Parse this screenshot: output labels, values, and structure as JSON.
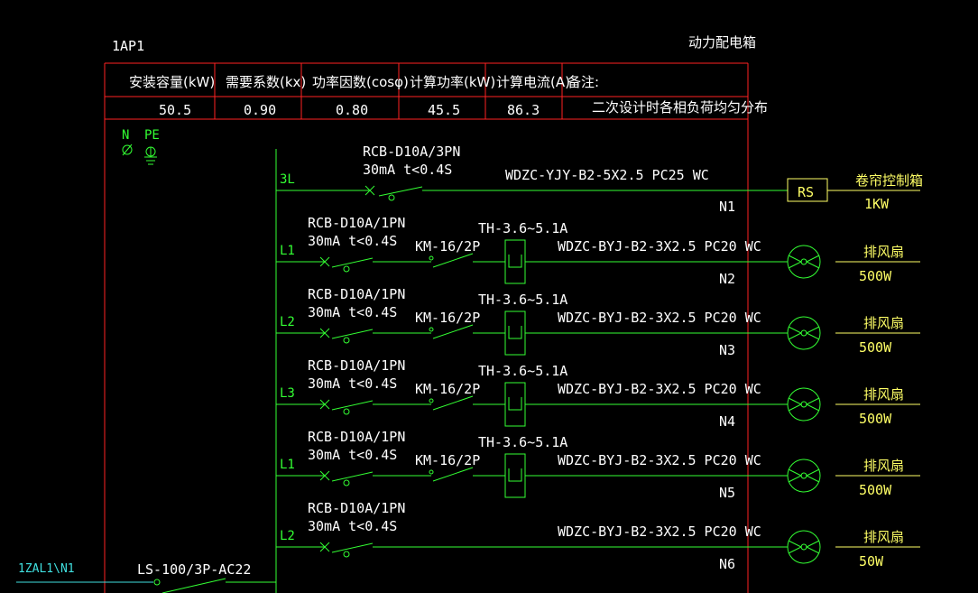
{
  "panel": {
    "id": "1AP1",
    "name": "动力配电箱"
  },
  "summary_table": {
    "headers": [
      "安装容量(kW)",
      "需要系数(kx)",
      "功率因数(cosφ)",
      "计算功率(kW)",
      "计算电流(A)",
      "备注:"
    ],
    "values": [
      "50.5",
      "0.90",
      "0.80",
      "45.5",
      "86.3",
      "二次设计时各相负荷均匀分布"
    ]
  },
  "bus": {
    "neutral": "N",
    "earth": "PE"
  },
  "incoming": {
    "feeder": "1ZAL1\\N1",
    "breaker": "LS-100/3P-AC22"
  },
  "circuits": [
    {
      "phase": "3L",
      "breaker": "RCB-D10A/3PN",
      "rcd": "30mA t<0.4S",
      "contactor": "",
      "relay": "",
      "cable": "WDZC-YJY-B2-5X2.5   PC25  WC",
      "circuit_id": "N1",
      "load_symbol": "RS",
      "load_name": "卷帘控制箱",
      "load_power": "1KW"
    },
    {
      "phase": "L1",
      "breaker": "RCB-D10A/1PN",
      "rcd": "30mA t<0.4S",
      "contactor": "KM-16/2P",
      "relay": "TH-3.6~5.1A",
      "cable": "WDZC-BYJ-B2-3X2.5   PC20  WC",
      "circuit_id": "N2",
      "load_symbol": "fan",
      "load_name": "排风扇",
      "load_power": "500W"
    },
    {
      "phase": "L2",
      "breaker": "RCB-D10A/1PN",
      "rcd": "30mA t<0.4S",
      "contactor": "KM-16/2P",
      "relay": "TH-3.6~5.1A",
      "cable": "WDZC-BYJ-B2-3X2.5   PC20  WC",
      "circuit_id": "N3",
      "load_symbol": "fan",
      "load_name": "排风扇",
      "load_power": "500W"
    },
    {
      "phase": "L3",
      "breaker": "RCB-D10A/1PN",
      "rcd": "30mA t<0.4S",
      "contactor": "KM-16/2P",
      "relay": "TH-3.6~5.1A",
      "cable": "WDZC-BYJ-B2-3X2.5   PC20  WC",
      "circuit_id": "N4",
      "load_symbol": "fan",
      "load_name": "排风扇",
      "load_power": "500W"
    },
    {
      "phase": "L1",
      "breaker": "RCB-D10A/1PN",
      "rcd": "30mA t<0.4S",
      "contactor": "KM-16/2P",
      "relay": "TH-3.6~5.1A",
      "cable": "WDZC-BYJ-B2-3X2.5   PC20  WC",
      "circuit_id": "N5",
      "load_symbol": "fan",
      "load_name": "排风扇",
      "load_power": "500W"
    },
    {
      "phase": "L2",
      "breaker": "RCB-D10A/1PN",
      "rcd": "30mA t<0.4S",
      "contactor": "",
      "relay": "",
      "cable": "WDZC-BYJ-B2-3X2.5   PC20  WC",
      "circuit_id": "N6",
      "load_symbol": "fan",
      "load_name": "排风扇",
      "load_power": "50W"
    }
  ],
  "colors": {
    "wire": "#33ff33",
    "frame": "#ff2222",
    "text": "#ffffff",
    "load_text": "#ffff66",
    "feeder_text": "#40e0e0"
  }
}
